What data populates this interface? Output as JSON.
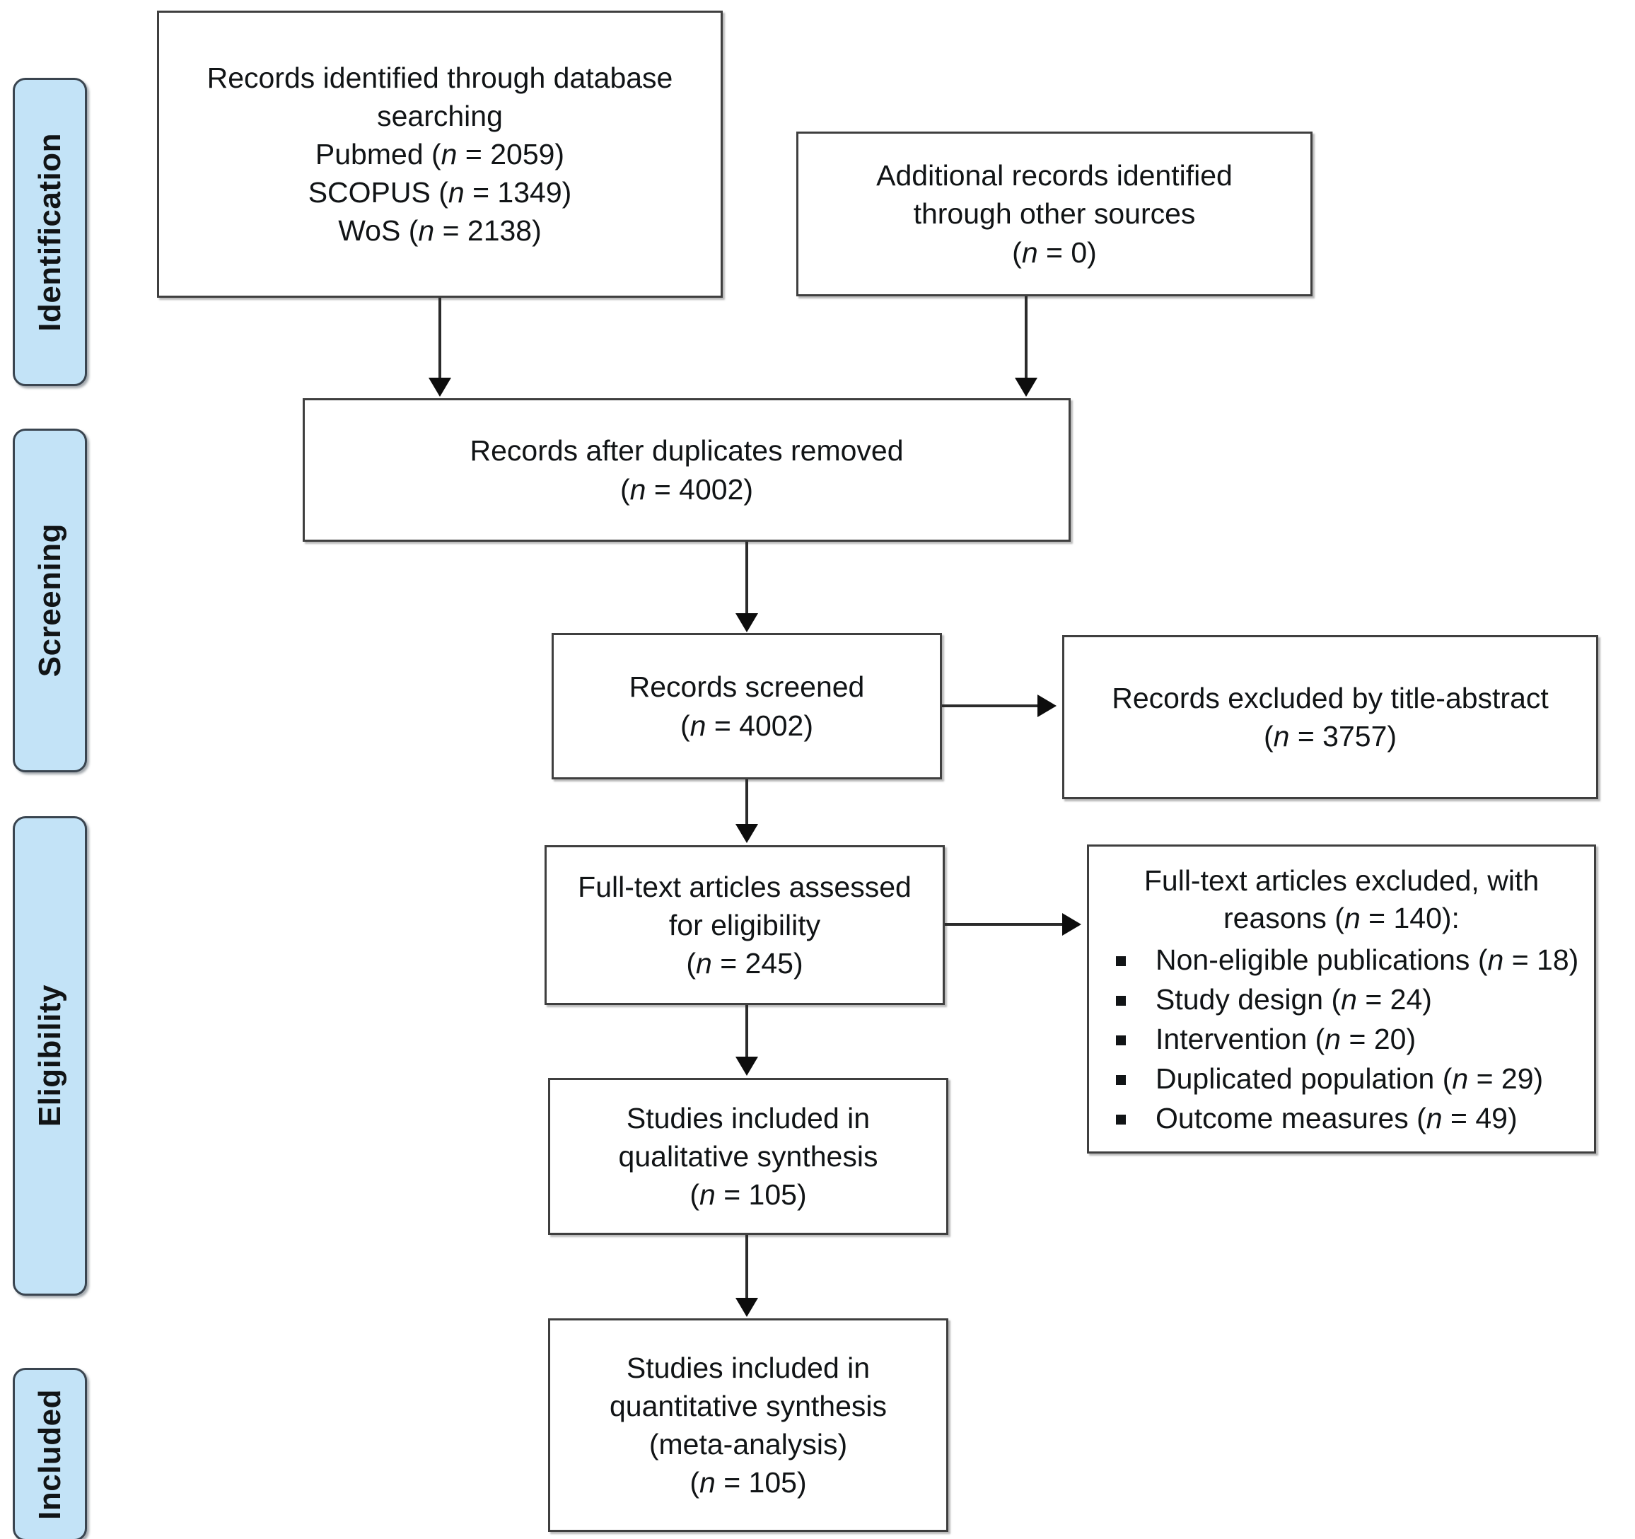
{
  "diagram": {
    "title": "PRISMA flow diagram",
    "type": "prisma-flowchart"
  },
  "stages": [
    {
      "id": "identification",
      "label": "Identification"
    },
    {
      "id": "screening",
      "label": "Screening"
    },
    {
      "id": "eligibility",
      "label": "Eligibility"
    },
    {
      "id": "included",
      "label": "Included"
    }
  ],
  "boxes": {
    "database": {
      "text": "Records identified through database\nsearching\nPubmed (n = 2059)\nSCOPUS (n = 1349)\nWoS (n = 2138)"
    },
    "additional": {
      "text": "Additional records identified\nthrough other sources\n(n = 0)"
    },
    "duplicates": {
      "text": "Records after duplicates removed\n(n = 4002)"
    },
    "screened": {
      "text": "Records screened\n(n = 4002)"
    },
    "excluded_title_abstract": {
      "text": "Records excluded by title-abstract\n(n = 3757)"
    },
    "fulltext_assessed": {
      "text": "Full-text articles assessed\nfor eligibility\n(n = 245)"
    },
    "excluded_reasons": {
      "heading": "Full-text articles excluded, with\nreasons (n = 140):",
      "items": [
        "Non-eligible publications (n = 18)",
        "Study design (n = 24)",
        "Intervention (n = 20)",
        "Duplicated population (n = 29)",
        "Outcome measures (n = 49)"
      ]
    },
    "qualitative": {
      "text": "Studies included in\nqualitative synthesis\n(n = 105)"
    },
    "quantitative": {
      "text": "Studies included in\nquantitative synthesis\n(meta-analysis)\n(n = 105)"
    }
  },
  "counts": {
    "pubmed": 2059,
    "scopus": 1349,
    "wos": 2138,
    "additional_sources": 0,
    "after_duplicates": 4002,
    "screened": 4002,
    "excluded_title_abstract": 3757,
    "fulltext_assessed": 245,
    "fulltext_excluded_total": 140,
    "reason_non_eligible_publications": 18,
    "reason_study_design": 24,
    "reason_intervention": 20,
    "reason_duplicated_population": 29,
    "reason_outcome_measures": 49,
    "qualitative_synthesis": 105,
    "quantitative_synthesis": 105
  },
  "colors": {
    "stage_fill": "#c3e3f7",
    "stage_border": "#3a4550",
    "box_border": "#3f3f3f",
    "connector": "#2b2b2b",
    "text": "#111416",
    "background": "#ffffff"
  }
}
